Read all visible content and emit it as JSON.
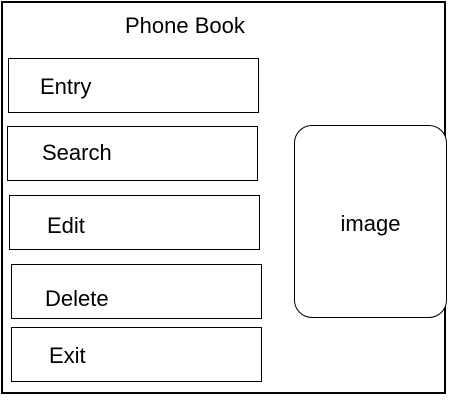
{
  "window": {
    "title": "Phone Book"
  },
  "menu": {
    "entry_label": "Entry",
    "search_label": "Search",
    "edit_label": "Edit",
    "delete_label": "Delete",
    "exit_label": "Exit"
  },
  "image_panel": {
    "label": "image"
  }
}
